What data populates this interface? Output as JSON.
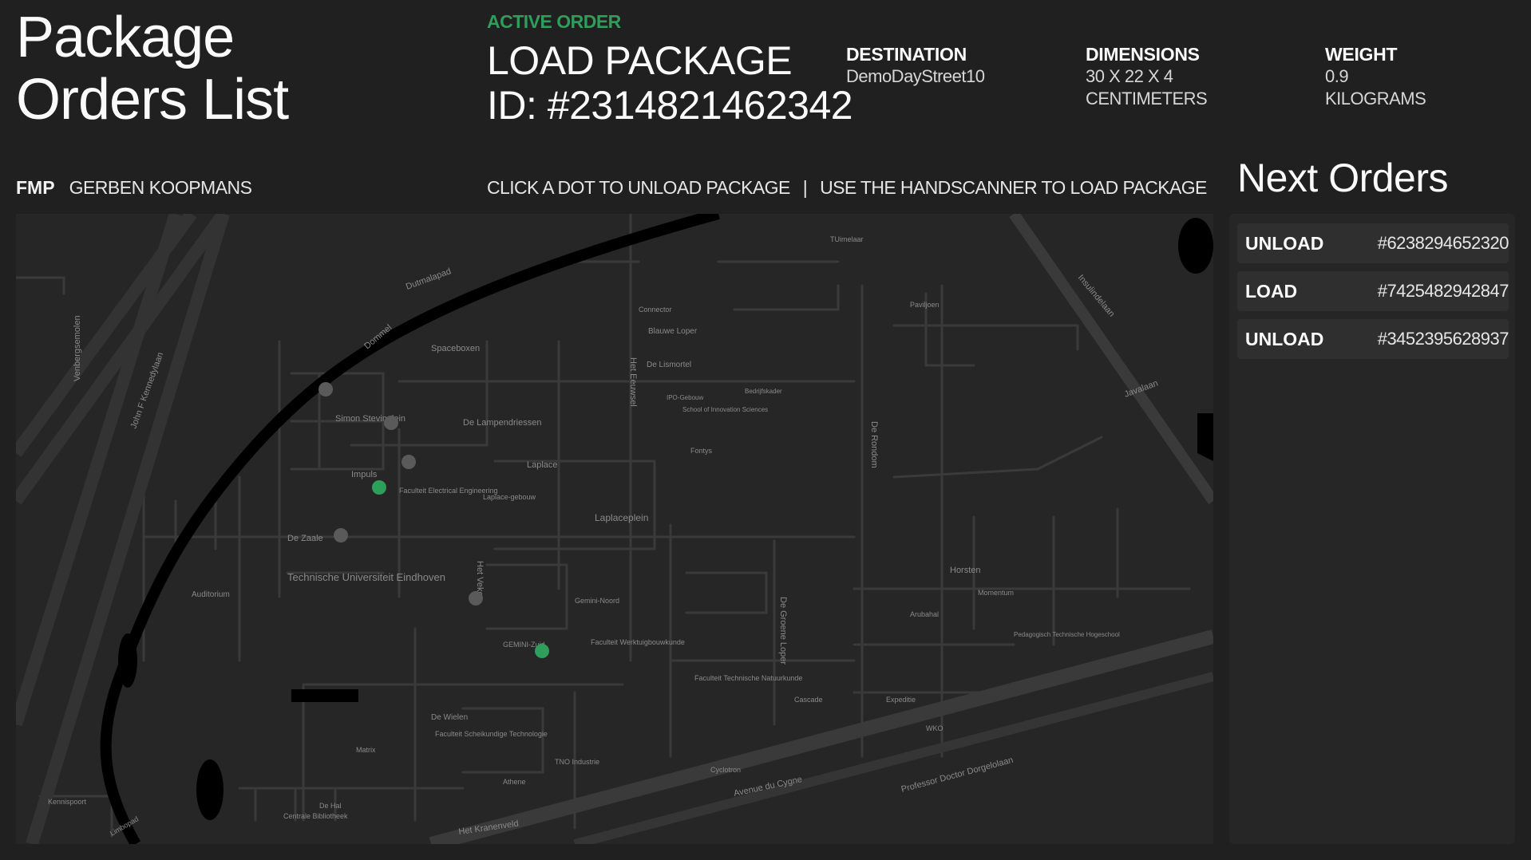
{
  "page_title_line1": "Package",
  "page_title_line2": "Orders List",
  "active_order": {
    "label": "ACTIVE ORDER",
    "type": "LOAD PACKAGE",
    "id": "ID: #2314821462342",
    "destination_label": "DESTINATION",
    "destination_value": "DemoDayStreet10",
    "dimensions_label": "DIMENSIONS",
    "dimensions_value1": "30 X 22 X 4",
    "dimensions_value2": "CENTIMETERS",
    "weight_label": "WEIGHT",
    "weight_value1": "0.9",
    "weight_value2": "KILOGRAMS"
  },
  "brand": {
    "code": "FMP",
    "name": "GERBEN KOOPMANS"
  },
  "instructions": {
    "left": "CLICK A DOT TO UNLOAD PACKAGE",
    "separator": "|",
    "right": "USE THE HANDSCANNER TO LOAD PACKAGE"
  },
  "next_orders": {
    "title": "Next Orders",
    "items": [
      {
        "type": "UNLOAD",
        "id": "#6238294652320"
      },
      {
        "type": "LOAD",
        "id": "#7425482942847"
      },
      {
        "type": "UNLOAD",
        "id": "#3452395628937"
      }
    ]
  },
  "map": {
    "labels": [
      "Dommel",
      "Dutmalapad",
      "Spaceboxen",
      "John F Kennedylaan",
      "Venbergsemolen",
      "Simon Stevinplein",
      "Impuls",
      "Faculteit Electrical Engineering",
      "Laplace-gebouw",
      "De Lampendriessen",
      "Laplace",
      "Laplaceplein",
      "De Zaale",
      "Technische Universiteit Eindhoven",
      "Auditorium",
      "Het Veken",
      "Gemini-Noord",
      "GEMINI-Zuid",
      "Faculteit Werktuigbouwkunde",
      "Faculteit Technische Natuurkunde",
      "De Wielen",
      "Matrix",
      "Faculteit Scheikundige Technologie",
      "TNO Industrie",
      "Athene",
      "Cyclotron",
      "Avenue du Cygne",
      "Professor Doctor Dorgelolaan",
      "Het Kranenveld",
      "De Hal",
      "Centrale Bibliotheek",
      "Kennispoort",
      "Limbopad",
      "Connector",
      "Blauwe Loper",
      "De Lismortel",
      "IPO-Gebouw",
      "School of Innovation Sciences",
      "Bedrijfskader",
      "Fontys",
      "Het Eeuwsel",
      "TUimelaar",
      "Paviljoen",
      "Insulindelaan",
      "Javalaan",
      "De Rondom",
      "Horsten",
      "Momentum",
      "Arubahal",
      "Pedagogisch Technische Hogeschool",
      "Cascade",
      "Expeditie",
      "WKO",
      "De Groene Loper"
    ],
    "dots": [
      {
        "color": "#5a5a5a"
      },
      {
        "color": "#5a5a5a"
      },
      {
        "color": "#5a5a5a"
      },
      {
        "color": "#2e9e5b"
      },
      {
        "color": "#5a5a5a"
      },
      {
        "color": "#5a5a5a"
      },
      {
        "color": "#2e9e5b"
      }
    ]
  },
  "colors": {
    "accent": "#2e9e5b",
    "background": "#202020",
    "panel": "#262626",
    "dot_inactive": "#5a5a5a"
  }
}
